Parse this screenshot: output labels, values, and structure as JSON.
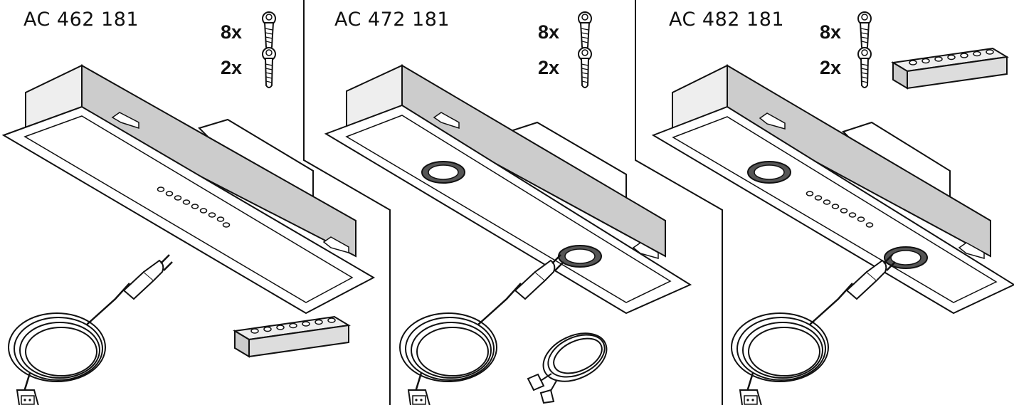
{
  "panels": [
    {
      "model": "AC 462 181",
      "items": [
        {
          "quantity": "8x"
        },
        {
          "quantity": "2x"
        }
      ]
    },
    {
      "model": "AC 472 181",
      "items": [
        {
          "quantity": "8x"
        },
        {
          "quantity": "2x"
        }
      ]
    },
    {
      "model": "AC 482 181",
      "items": [
        {
          "quantity": "8x"
        },
        {
          "quantity": "2x"
        }
      ]
    }
  ],
  "colors": {
    "line": "#111111",
    "shade": "#cccccc",
    "light": "#eeeeee",
    "background": "#ffffff"
  }
}
